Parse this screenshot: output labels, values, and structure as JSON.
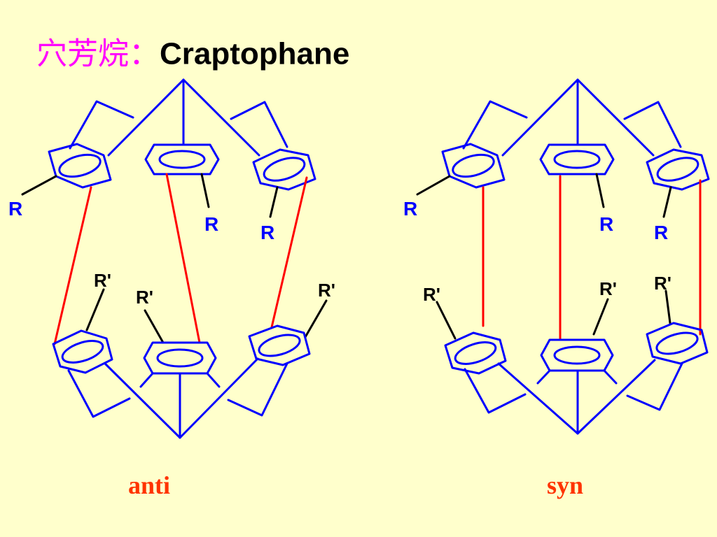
{
  "title": {
    "chinese": "穴芳烷：",
    "english": "Craptophane"
  },
  "labels": {
    "r": "R",
    "r_prime": "R'"
  },
  "isomers": [
    {
      "caption": "anti"
    },
    {
      "caption": "syn"
    }
  ],
  "colors": {
    "background": "#FFFFCC",
    "bond": "#0000FF",
    "substituent_bond": "#000000",
    "linker": "#FF0000",
    "title_chinese": "#FF00FF",
    "caption": "#FF3300"
  }
}
